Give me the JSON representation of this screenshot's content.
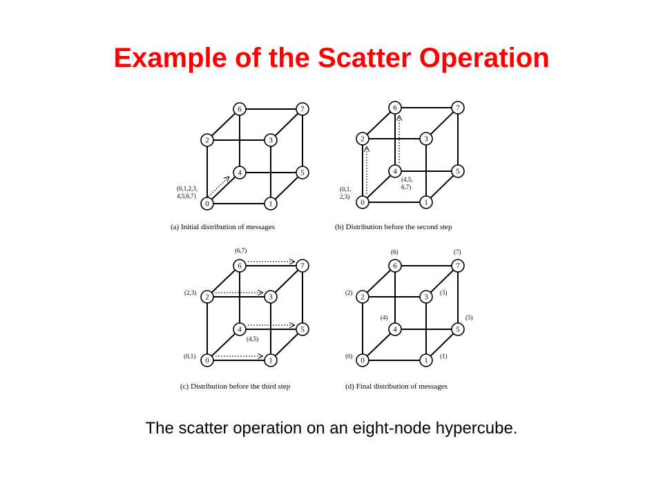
{
  "slide": {
    "title": "Example of the Scatter Operation",
    "caption": "The scatter operation on an eight-node hypercube."
  },
  "panels": [
    {
      "id": "a",
      "caption": "(a)  Initial distribution of messages",
      "annotations": [
        {
          "node": "0",
          "lines": [
            "(0,1,2,3,",
            "4,5,6,7)"
          ]
        }
      ],
      "arrows": [
        {
          "from": "0",
          "to": "4"
        }
      ]
    },
    {
      "id": "b",
      "caption": "(b)  Distribution before the second step",
      "annotations": [
        {
          "node": "0",
          "lines": [
            "(0,1,",
            "2,3)"
          ]
        },
        {
          "node": "4",
          "lines": [
            "(4,5,",
            "6,7)"
          ]
        }
      ],
      "arrows": [
        {
          "from": "0",
          "to": "2"
        },
        {
          "from": "4",
          "to": "6"
        }
      ]
    },
    {
      "id": "c",
      "caption": "(c)  Distribution before the third step",
      "annotations": [
        {
          "node": "6",
          "lines": [
            "(6,7)"
          ]
        },
        {
          "node": "2",
          "lines": [
            "(2,3)"
          ]
        },
        {
          "node": "4",
          "lines": [
            "(4,5)"
          ]
        },
        {
          "node": "0",
          "lines": [
            "(0,1)"
          ]
        }
      ],
      "arrows": [
        {
          "from": "6",
          "to": "7"
        },
        {
          "from": "2",
          "to": "3"
        },
        {
          "from": "4",
          "to": "5"
        },
        {
          "from": "0",
          "to": "1"
        }
      ]
    },
    {
      "id": "d",
      "caption": "(d)  Final distribution of messages",
      "annotations": [
        {
          "node": "6",
          "lines": [
            "(6)"
          ]
        },
        {
          "node": "7",
          "lines": [
            "(7)"
          ]
        },
        {
          "node": "2",
          "lines": [
            "(2)"
          ]
        },
        {
          "node": "3",
          "lines": [
            "(3)"
          ]
        },
        {
          "node": "4",
          "lines": [
            "(4)"
          ]
        },
        {
          "node": "5",
          "lines": [
            "(5)"
          ]
        },
        {
          "node": "0",
          "lines": [
            "(0)"
          ]
        },
        {
          "node": "1",
          "lines": [
            "(1)"
          ]
        }
      ],
      "arrows": []
    }
  ],
  "nodes": [
    "0",
    "1",
    "2",
    "3",
    "4",
    "5",
    "6",
    "7"
  ]
}
